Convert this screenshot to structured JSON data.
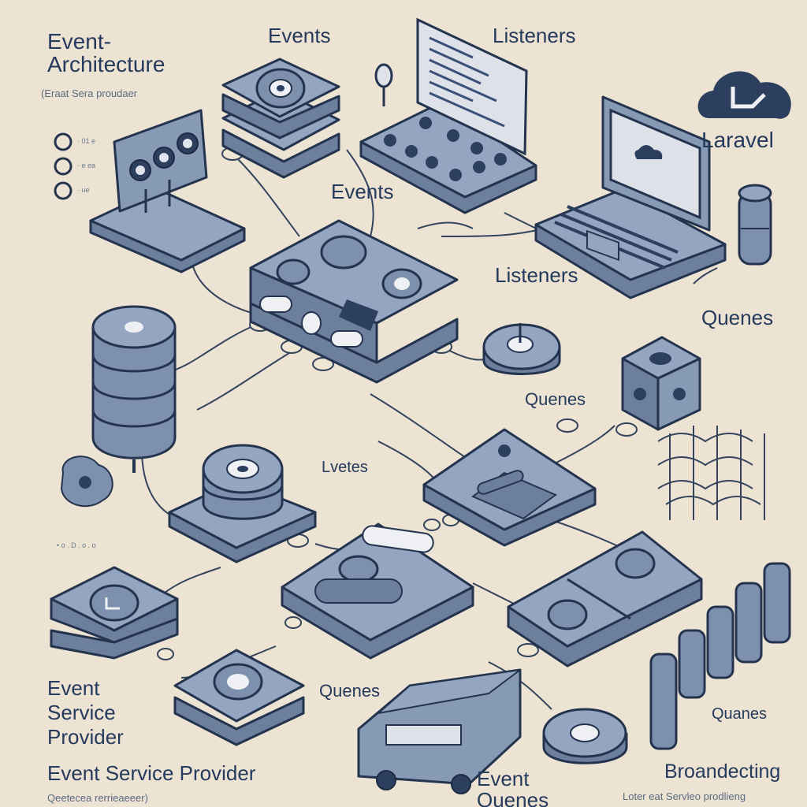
{
  "labels": {
    "title": "Event-\nArchitecture",
    "title_sub": "(Eraat Sera proudaer",
    "legend": [
      "· 01 e",
      "· e ea",
      "· ue"
    ],
    "events_top": "Events",
    "listeners_top": "Listeners",
    "brand": "Laravel",
    "events_mid": "Events",
    "listeners_mid": "Listeners",
    "queues_right": "Quenes",
    "queues_mid": "Quenes",
    "evetes": "Lvetes",
    "small_row": "• o . D . o . o",
    "event_service_stack": "Event\nService\nProvider",
    "event_service_provider": "Event Service Provider",
    "event_service_sub": "Qeetecea rerrieaeeer)",
    "queues_bottom": "Quenes",
    "event_bottom": "Event\nQuenes",
    "quanes": "Quanes",
    "broadcasting": "Broandecting",
    "broadcasting_sub": "Loter eat Servleo prodlieng"
  },
  "colors": {
    "background": "#ece3d3",
    "device": "#8699b5",
    "outline": "#24344f",
    "text": "#253a5c"
  },
  "icons": [
    "laravel-cloud-icon",
    "event-node-icon",
    "database-icon",
    "bus-icon",
    "bar-stack-icon"
  ]
}
